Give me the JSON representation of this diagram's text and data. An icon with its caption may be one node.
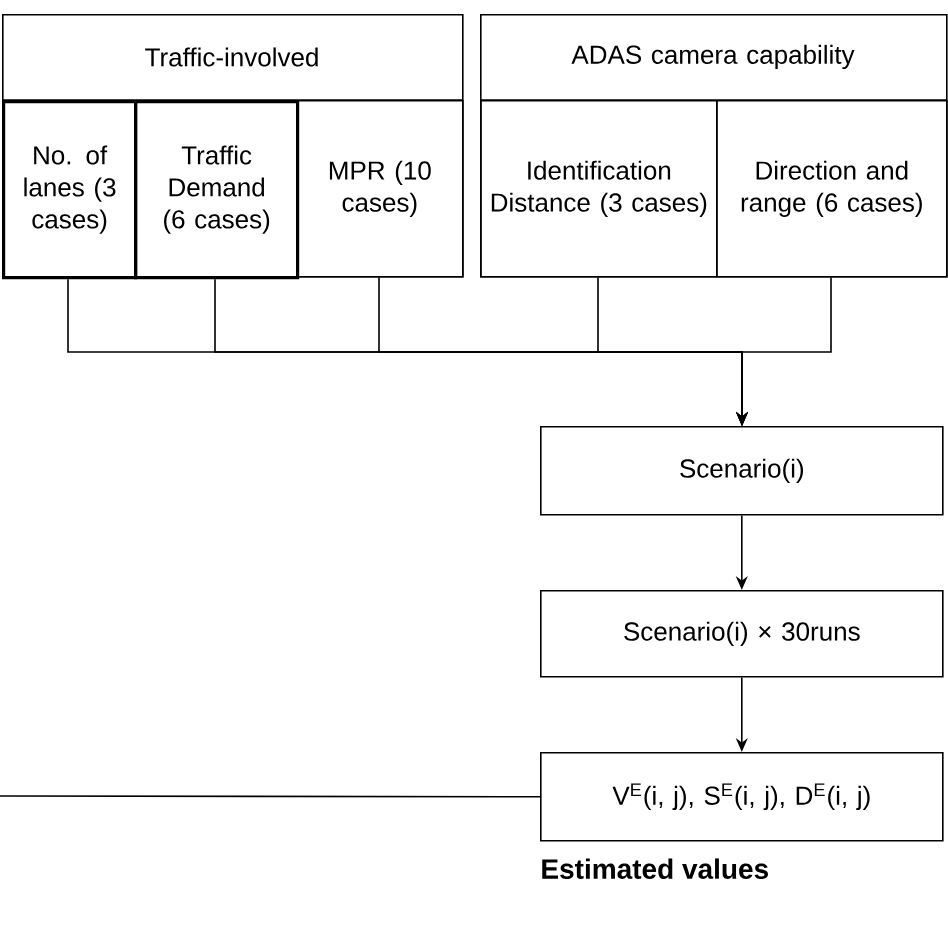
{
  "diagram": {
    "nodes": [
      {
        "text": [
          "Traffic-involved"
        ]
      },
      {
        "text": [
          "No. of lanes (3 cases)"
        ],
        "in": 0
      },
      {
        "text": [
          "Traffic Demand (6 cases)"
        ],
        "in": 0
      },
      {
        "text": [
          "MPR (10 cases)"
        ],
        "in": 0
      },
      {
        "text": [
          "ADAS camera capability"
        ]
      },
      {
        "text": [
          "Identification Distance (3 cases)"
        ],
        "in": 4
      },
      {
        "text": [
          "Direction and range (6 cases)"
        ],
        "in": 4
      },
      {
        "text": [
          "Scenario(i)"
        ]
      },
      {
        "text": [
          "Scenario(i) × 30runs"
        ]
      },
      {
        "text": [
          "V$^{E}$(i, j), S$^{E}$(i, j), D$^{E}$(i, j)"
        ],
        "beside": [
          "Estimated values"
        ]
      }
    ],
    "edges": [
      {
        "from": 1,
        "to": 7,
        "arrow": "to"
      },
      {
        "from": 2,
        "to": 7,
        "arrow": "to"
      },
      {
        "from": 3,
        "to": 7,
        "arrow": "to"
      },
      {
        "from": 5,
        "to": 7,
        "arrow": "to"
      },
      {
        "from": 6,
        "to": 7,
        "arrow": "to"
      },
      {
        "from": 7,
        "to": 8,
        "arrow": "to"
      },
      {
        "from": 8,
        "to": 9,
        "arrow": "to"
      },
      {
        "from": null,
        "to": 9,
        "arrow": "none"
      }
    ]
  }
}
